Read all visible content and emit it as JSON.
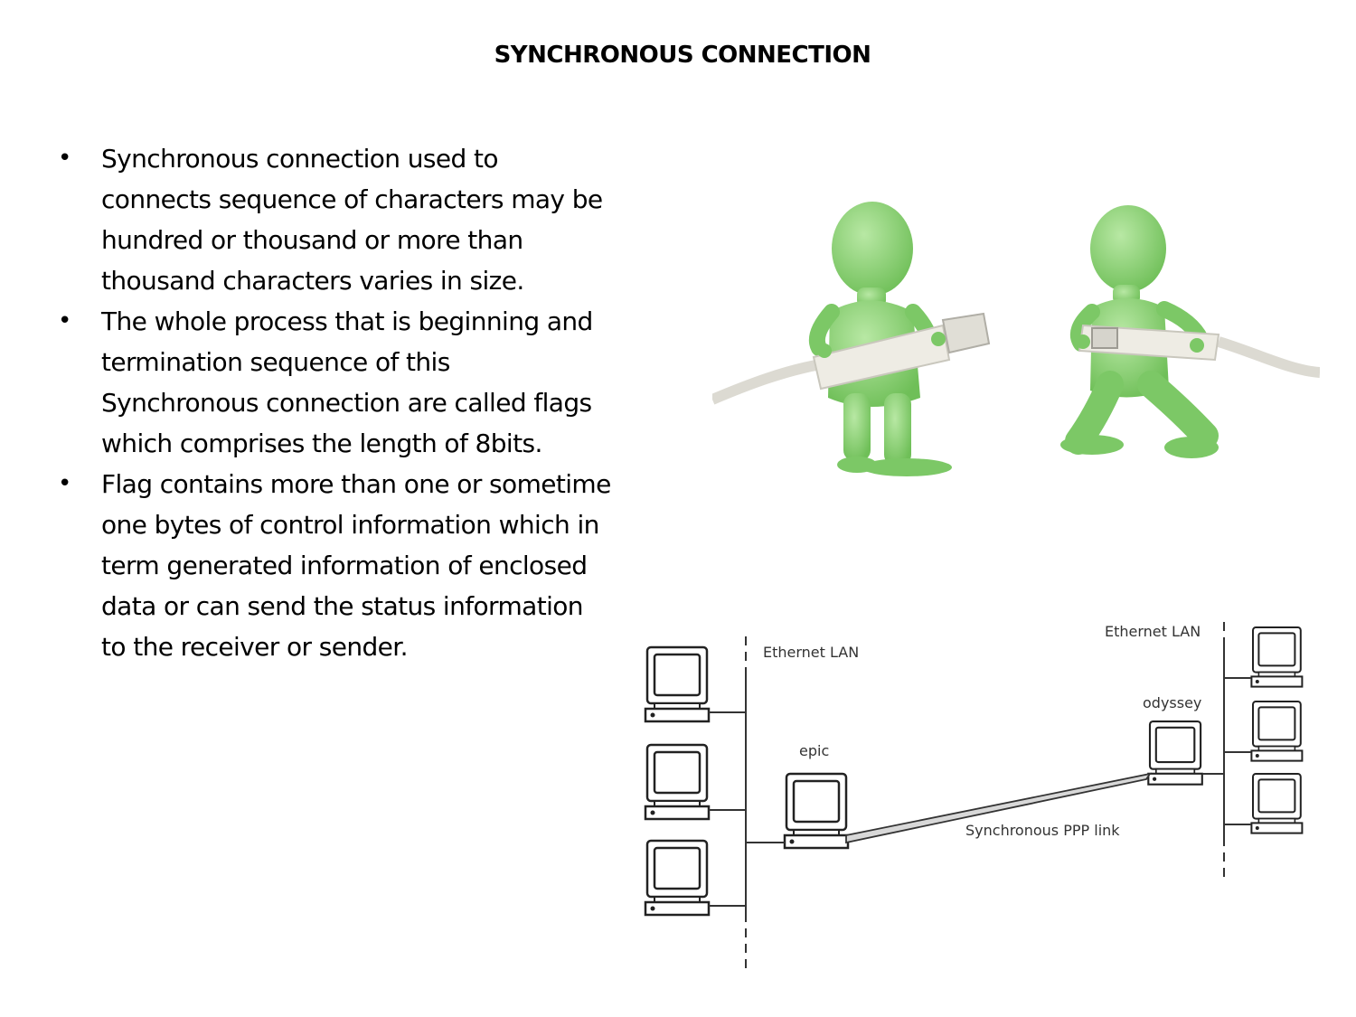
{
  "slide": {
    "title": "SYNCHRONOUS CONNECTION",
    "bullets": [
      "Synchronous connection used to connects sequence of characters may be hundred or thousand or more than thousand characters varies in size.",
      "The whole process that is beginning and termination sequence of this Synchronous connection are called flags which comprises the length of 8bits.",
      "Flag contains more than one or sometime one bytes of control information which in term generated information of enclosed data or can send the status information to the receiver or sender."
    ],
    "bullet_symbol": "•"
  },
  "illustration": {
    "figure_color": "#8fd17a",
    "plug_color": "#e8e6de"
  },
  "network_diagram": {
    "left_lan_label": "Ethernet LAN",
    "right_lan_label": "Ethernet LAN",
    "left_host_label": "epic",
    "right_host_label": "odyssey",
    "link_label": "Synchronous PPP link"
  }
}
